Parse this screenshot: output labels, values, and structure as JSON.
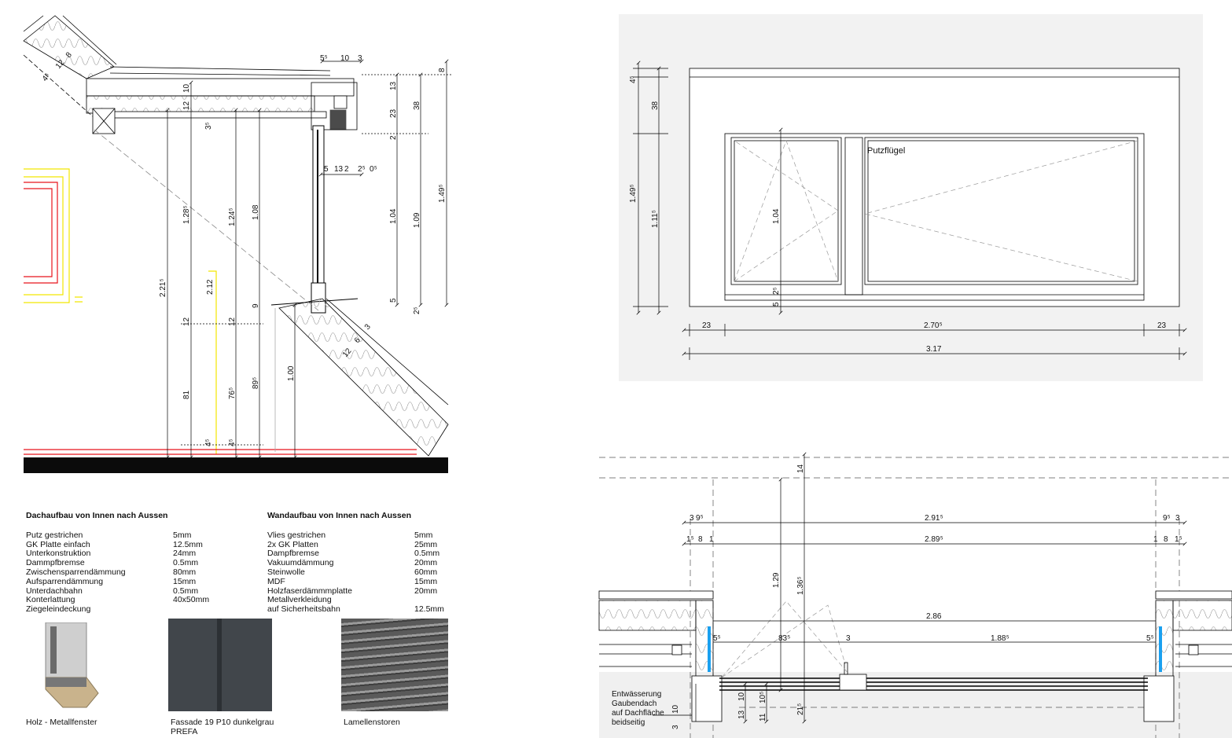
{
  "section": {
    "top_dims": [
      "5⁵",
      "10",
      "3"
    ],
    "right_dims": [
      "13",
      "38",
      "23",
      "1.04",
      "1.09",
      "1.49⁵",
      "8",
      "2",
      "5",
      "2⁵"
    ],
    "inner_dims": [
      "5",
      "13",
      "2",
      "2⁵",
      "0⁵"
    ],
    "vertical_dims": [
      "2.21⁵",
      "1.28⁵",
      "1.24⁵",
      "1.08",
      "2.12",
      "81",
      "76⁵",
      "89⁵",
      "1.00",
      "12",
      "12",
      "9",
      "4⁵",
      "4⁵",
      "10",
      "12",
      "3⁵"
    ],
    "roof_dims": [
      "12",
      "8",
      "4⁵",
      "12",
      "6",
      "3"
    ]
  },
  "roof_build": {
    "title": "Dachaufbau von Innen nach Aussen",
    "rows": [
      {
        "name": "Putz gestrichen",
        "value": "5mm"
      },
      {
        "name": "GK Platte einfach",
        "value": "12.5mm"
      },
      {
        "name": "Unterkonstruktion",
        "value": "24mm"
      },
      {
        "name": "Dammpfbremse",
        "value": "0.5mm"
      },
      {
        "name": "Zwischensparrendämmung",
        "value": "80mm"
      },
      {
        "name": "Aufsparrendämmung",
        "value": "15mm"
      },
      {
        "name": "Unterdachbahn",
        "value": "0.5mm"
      },
      {
        "name": "Konterlattung",
        "value": "40x50mm"
      },
      {
        "name": "Ziegeleindeckung",
        "value": ""
      }
    ]
  },
  "wall_build": {
    "title": "Wandaufbau von Innen nach Aussen",
    "rows": [
      {
        "name": "Vlies gestrichen",
        "value": "5mm"
      },
      {
        "name": "2x GK Platten",
        "value": "25mm"
      },
      {
        "name": "Dampfbremse",
        "value": "0.5mm"
      },
      {
        "name": "Vakuumdämmung",
        "value": "20mm"
      },
      {
        "name": "Steinwolle",
        "value": "60mm"
      },
      {
        "name": "MDF",
        "value": "15mm"
      },
      {
        "name": "Holzfaserdämmmplatte",
        "value": "20mm"
      },
      {
        "name": "Metallverkleidung",
        "value": ""
      },
      {
        "name": "auf Sicherheitsbahn",
        "value": "12.5mm"
      }
    ]
  },
  "materials": [
    {
      "caption": "Holz - Metallfenster"
    },
    {
      "caption": "Fassade 19 P10 dunkelgrau",
      "caption2": "PREFA"
    },
    {
      "caption": "Lamellenstoren"
    }
  ],
  "elevation": {
    "label": "Putzflügel",
    "dims_v": [
      "4⁵",
      "38",
      "1.49⁵",
      "1.11⁵",
      "1.04",
      "5",
      "2⁵"
    ],
    "dims_h": [
      "23",
      "2.70⁵",
      "23",
      "3.17"
    ]
  },
  "plan": {
    "dims": [
      "14",
      "2.91⁵",
      "2.89⁵",
      "1.29",
      "1.36⁵",
      "2.86",
      "83⁵",
      "3",
      "1.88⁵",
      "5⁵",
      "5⁵",
      "10",
      "10⁵",
      "13",
      "11",
      "21⁵",
      "10",
      "3",
      "9⁵",
      "3",
      "1⁵",
      "8",
      "1",
      "9⁵",
      "3",
      "1",
      "8",
      "1⁵"
    ],
    "note": [
      "Entwässerung",
      "Gaubendach",
      "auf Dachfläche",
      "beidseitig"
    ]
  },
  "colors": {
    "red": "#e8141c",
    "yellow": "#f2e600",
    "blue": "#1aa0f0",
    "panel": "#f2f2f2",
    "facade": "#41464b"
  }
}
